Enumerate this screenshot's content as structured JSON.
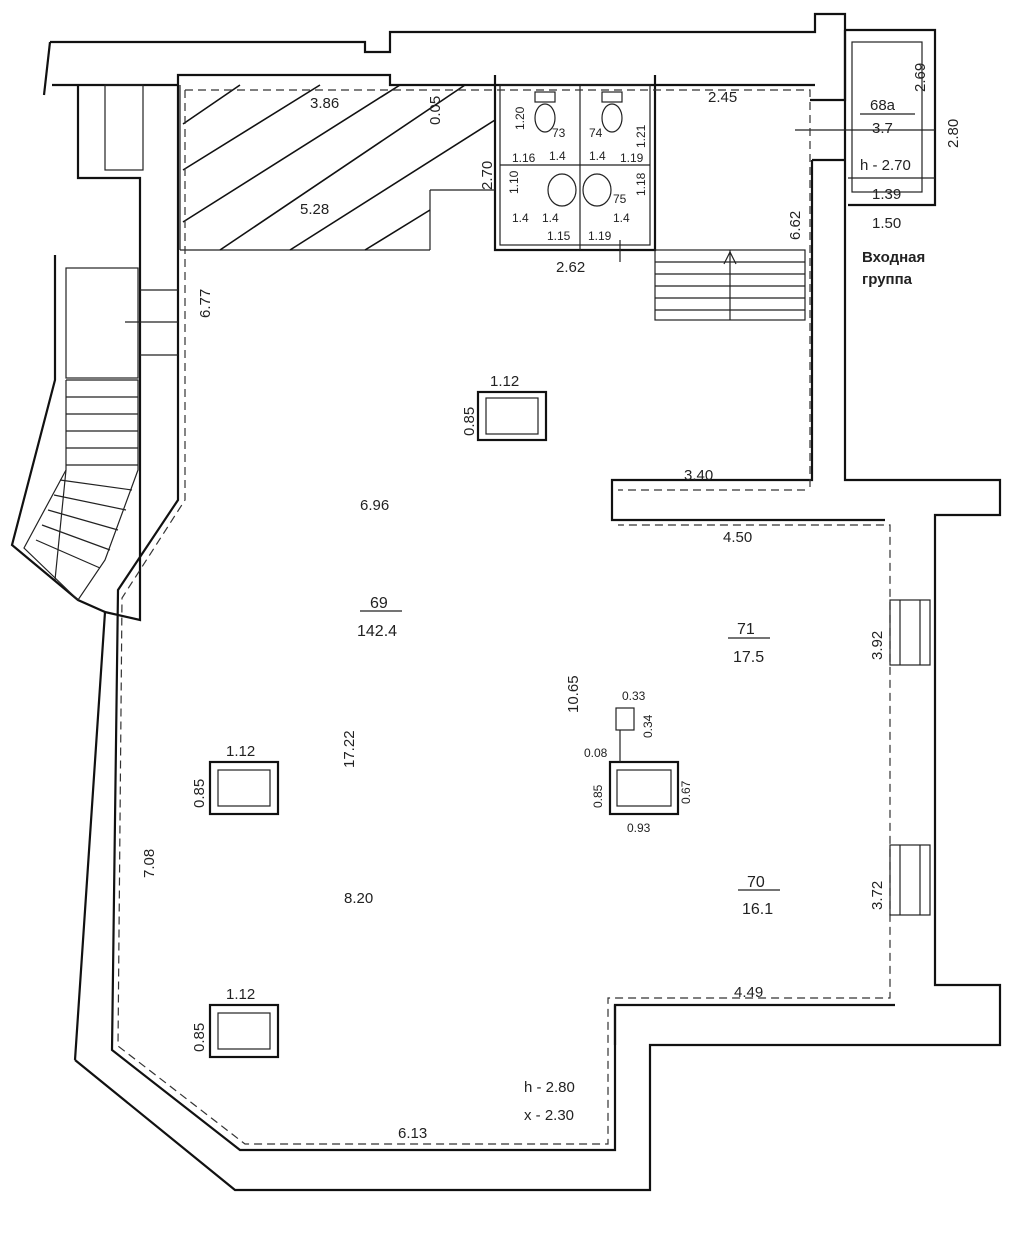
{
  "entry_group": [
    "Входная",
    "группа"
  ],
  "rooms": {
    "r69": {
      "num": "69",
      "area": "142.4"
    },
    "r71": {
      "num": "71",
      "area": "17.5"
    },
    "r70": {
      "num": "70",
      "area": "16.1"
    },
    "r68a": {
      "num": "68а",
      "area": "3.7",
      "height": "h - 2.70"
    },
    "r73": {
      "num": "73"
    },
    "r74": {
      "num": "74"
    },
    "r75": {
      "num": "75"
    }
  },
  "ceiling": {
    "h": "h - 2.80",
    "x": "x - 2.30"
  },
  "dims": {
    "d_386": "3.86",
    "d_005": "0.05",
    "d_528": "5.28",
    "d_270": "2.70",
    "d_677": "6.77",
    "d_245": "2.45",
    "d_269": "2.69",
    "d_280": "2.80",
    "d_139": "1.39",
    "d_150": "1.50",
    "d_662": "6.62",
    "d_262": "2.62",
    "d_121": "1.21",
    "d_119a": "1.19",
    "d_118": "1.18",
    "d_119b": "1.19",
    "d_14a": "1.4",
    "d_14b": "1.4",
    "d_14c": "1.4",
    "d_14d": "1.4",
    "d_120": "1.20",
    "d_116": "1.16",
    "d_110": "1.10",
    "d_115": "1.15",
    "d_14e": "1.4",
    "d_340": "3.40",
    "d_450": "4.50",
    "d_696": "6.96",
    "d_1065": "10.65",
    "d_1722": "17.22",
    "d_708": "7.08",
    "d_820": "8.20",
    "d_392": "3.92",
    "d_372": "3.72",
    "d_449": "4.49",
    "d_613": "6.13",
    "d_033": "0.33",
    "d_034": "0.34",
    "d_008": "0.08",
    "d_093": "0.93",
    "d_067": "0.67",
    "col1_w": "1.12",
    "col1_h": "0.85",
    "col2_w": "1.12",
    "col2_h": "0.85",
    "col3_w": "1.12",
    "col3_h": "0.85",
    "col4_h": "0.85"
  }
}
